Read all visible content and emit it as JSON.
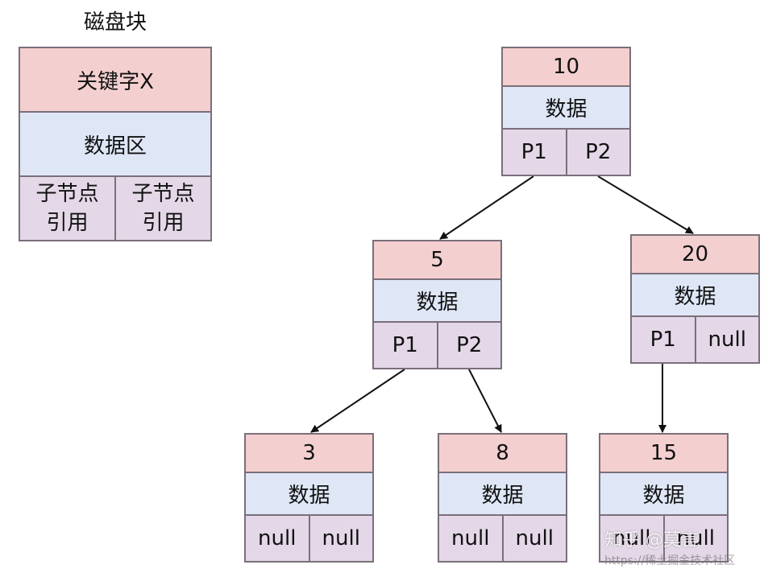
{
  "legend": {
    "title": "磁盘块",
    "key_label": "关键字X",
    "data_label": "数据区",
    "left_pointer": "子节点\n引用",
    "right_pointer": "子节点\n引用"
  },
  "nodes": {
    "n10": {
      "key": "10",
      "data": "数据",
      "left": "P1",
      "right": "P2"
    },
    "n5": {
      "key": "5",
      "data": "数据",
      "left": "P1",
      "right": "P2"
    },
    "n20": {
      "key": "20",
      "data": "数据",
      "left": "P1",
      "right": "null"
    },
    "n3": {
      "key": "3",
      "data": "数据",
      "left": "null",
      "right": "null"
    },
    "n8": {
      "key": "8",
      "data": "数据",
      "left": "null",
      "right": "null"
    },
    "n15": {
      "key": "15",
      "data": "数据",
      "left": "null",
      "right": "null"
    }
  },
  "colors": {
    "key_fill": "#f3cfcf",
    "data_fill": "#dfe7f7",
    "pointer_fill": "#e4d8e8",
    "border": "#7a6f7a",
    "edge": "#111111"
  },
  "watermark": {
    "main": "知乎 @莫言",
    "sub": "https://稀土掘金技术社区"
  }
}
